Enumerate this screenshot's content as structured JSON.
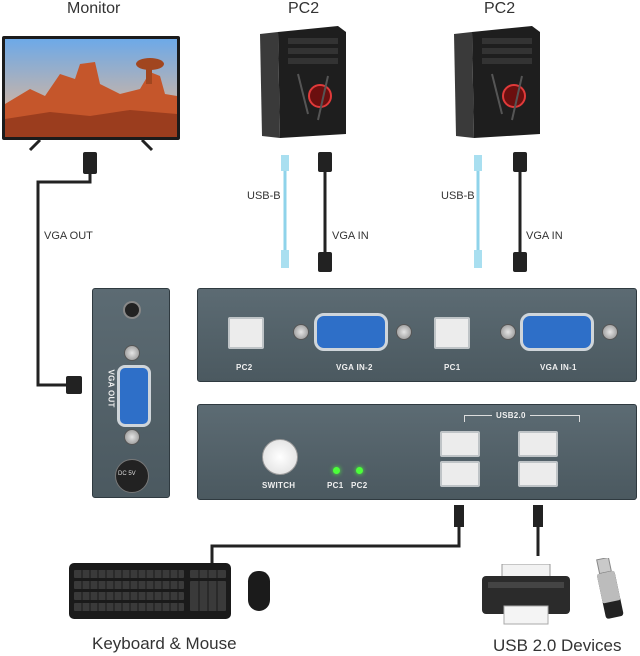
{
  "labels": {
    "monitor": "Monitor",
    "pc_left": "PC2",
    "pc_right": "PC2",
    "usb_b_left": "USB-B",
    "vga_in_left": "VGA IN",
    "usb_b_right": "USB-B",
    "vga_in_right": "VGA IN",
    "vga_out_cable": "VGA OUT",
    "keyboard_mouse": "Keyboard & Mouse",
    "usb_devices": "USB 2.0 Devices"
  },
  "panel": {
    "pc2": "PC2",
    "vga_in_2": "VGA IN-2",
    "pc1": "PC1",
    "vga_in_1": "VGA IN-1",
    "side_vga_out": "VGA OUT",
    "switch": "SWITCH",
    "led_pc1": "PC1",
    "led_pc2": "PC2",
    "usb20": "USB2.0",
    "dc_label": "DC 5V"
  },
  "colors": {
    "panel": "#56656d",
    "led": "#4cff3a",
    "vga_port": "#2e6fc8",
    "usb_b_cable": "#8fd3ea"
  }
}
